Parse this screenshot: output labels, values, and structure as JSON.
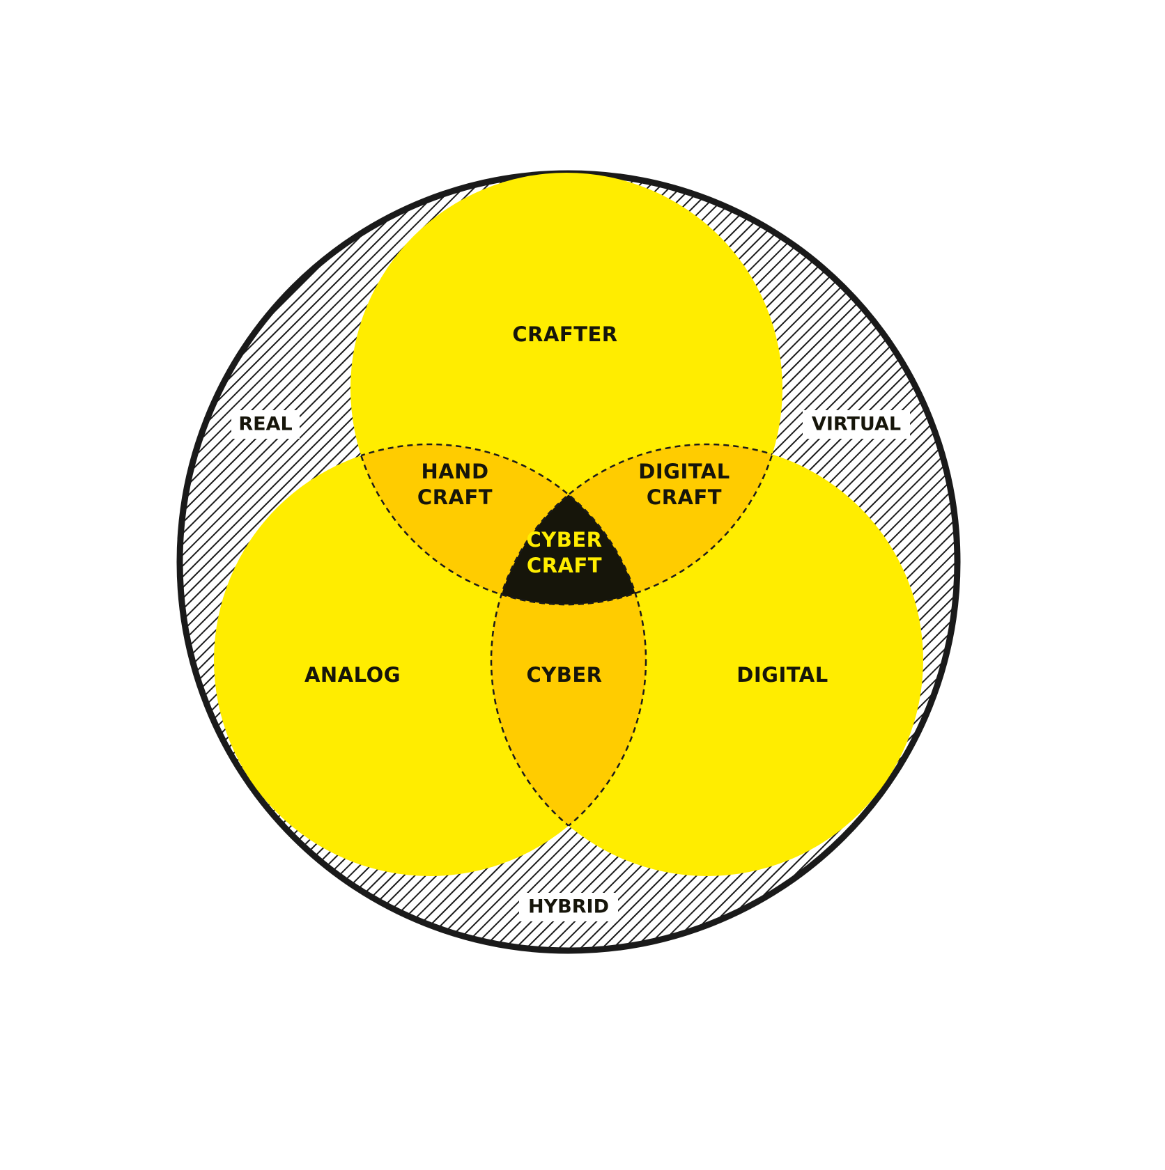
{
  "colors": {
    "background": "#ffffff",
    "circle_fill": "#ffed00",
    "overlap_fill": "#ffcc00",
    "center_fill": "#16150a",
    "outline": "#1a1a1a",
    "hatch": "#1a1a1a",
    "text_dark": "#16150a",
    "text_center": "#ffed00"
  },
  "outer_ring": {
    "pattern": "diagonal-hatch",
    "labels": {
      "real": "REAL",
      "virtual": "VIRTUAL",
      "hybrid": "HYBRID"
    }
  },
  "circles": {
    "crafter": {
      "label": "CRAFTER"
    },
    "analog": {
      "label": "ANALOG"
    },
    "digital": {
      "label": "DIGITAL"
    }
  },
  "overlaps": {
    "hand_craft": {
      "line1": "HAND",
      "line2": "CRAFT"
    },
    "digital_craft": {
      "line1": "DIGITAL",
      "line2": "CRAFT"
    },
    "cyber": {
      "label": "CYBER"
    }
  },
  "center": {
    "line1": "CYBER",
    "line2": "CRAFT"
  }
}
